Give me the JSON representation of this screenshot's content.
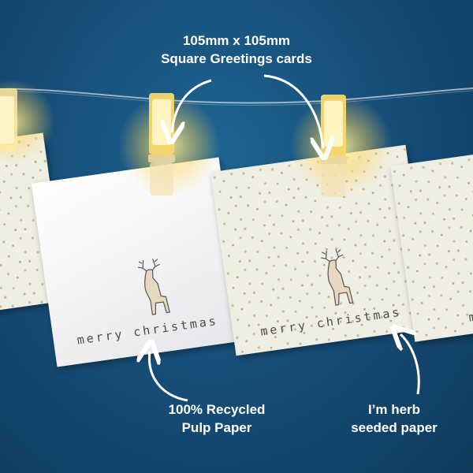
{
  "scene": {
    "background_color": "#174f7a",
    "light_color": "#ffd45a",
    "card_text_color": "#4a4a4a"
  },
  "labels": {
    "top_line1": "105mm x 105mm",
    "top_line2": "Square Greetings cards",
    "bottom_left_line1": "100% Recycled",
    "bottom_left_line2": "Pulp Paper",
    "bottom_right_line1": "I’m herb",
    "bottom_right_line2": "seeded paper"
  },
  "cards": {
    "white_card_text": "merry christmas",
    "seeded_card_text": "merry christmas",
    "right_card_partial_text": "m"
  },
  "icons": [
    "reindeer-illustration",
    "fairy-light-clip",
    "arrow"
  ]
}
